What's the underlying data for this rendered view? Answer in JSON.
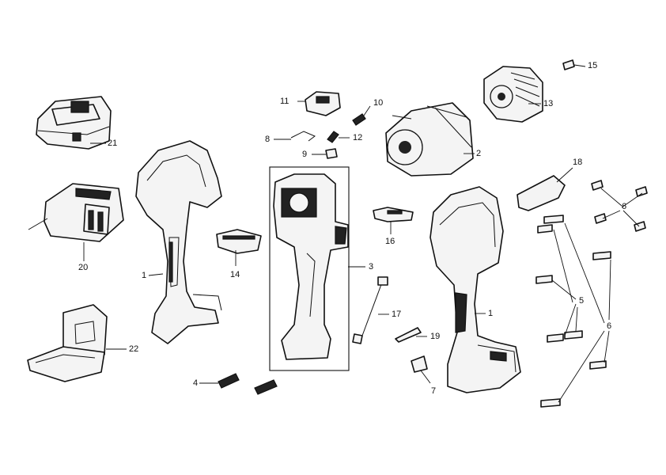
{
  "callouts": [
    {
      "id": "1a",
      "text": "1"
    },
    {
      "id": "1b",
      "text": "1"
    },
    {
      "id": "2",
      "text": "2"
    },
    {
      "id": "3",
      "text": "3"
    },
    {
      "id": "4",
      "text": "4"
    },
    {
      "id": "5",
      "text": "5"
    },
    {
      "id": "6a",
      "text": "6"
    },
    {
      "id": "6b",
      "text": "6"
    },
    {
      "id": "7",
      "text": "7"
    },
    {
      "id": "8",
      "text": "8"
    },
    {
      "id": "9",
      "text": "9"
    },
    {
      "id": "10",
      "text": "10"
    },
    {
      "id": "11",
      "text": "11"
    },
    {
      "id": "12",
      "text": "12"
    },
    {
      "id": "13",
      "text": "13"
    },
    {
      "id": "14",
      "text": "14"
    },
    {
      "id": "15",
      "text": "15"
    },
    {
      "id": "16",
      "text": "16"
    },
    {
      "id": "17",
      "text": "17"
    },
    {
      "id": "18",
      "text": "18"
    },
    {
      "id": "19",
      "text": "19"
    },
    {
      "id": "20",
      "text": "20"
    },
    {
      "id": "21",
      "text": "21"
    },
    {
      "id": "22",
      "text": "22"
    }
  ]
}
